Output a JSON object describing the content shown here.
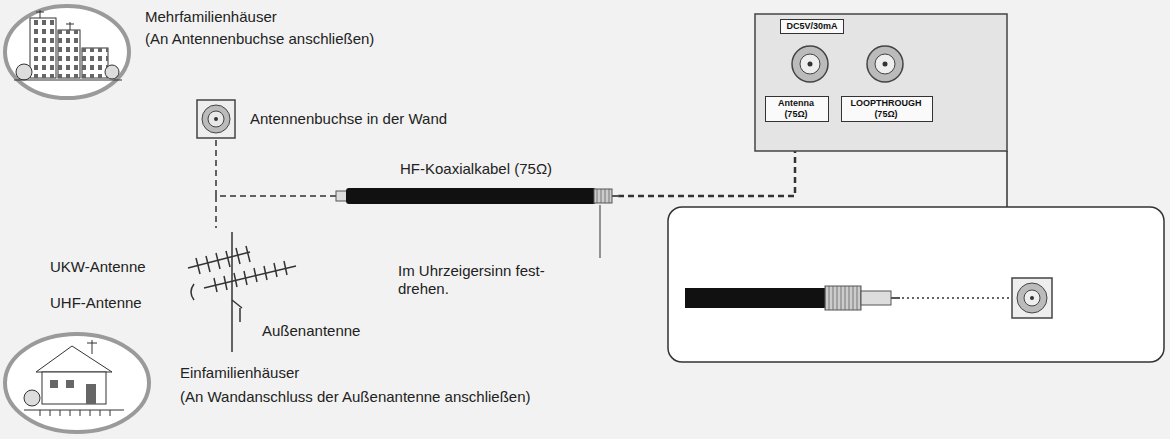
{
  "diagram": {
    "nodes": [
      {
        "text": [
          "DC5V/30mA"
        ]
      },
      {
        "text": [
          "Antenna (75Ω)"
        ]
      },
      {
        "text": [
          "LOOPTHROUGH (75Ω)"
        ]
      }
    ],
    "labels": [
      "Mehrfamilienhäuser",
      "(An Antennenbuchse anschließen)",
      "Antennenbuchse in der Wand",
      "HF-Koaxialkabel (75Ω)",
      "UKW-Antenne",
      "UHF-Antenne",
      "Im Uhrzeigersinn fest- drehen.",
      "Außenantenne",
      "Einfamilienhäuser",
      "(An Wandanschluss der Außenantenne anschließen)"
    ]
  }
}
